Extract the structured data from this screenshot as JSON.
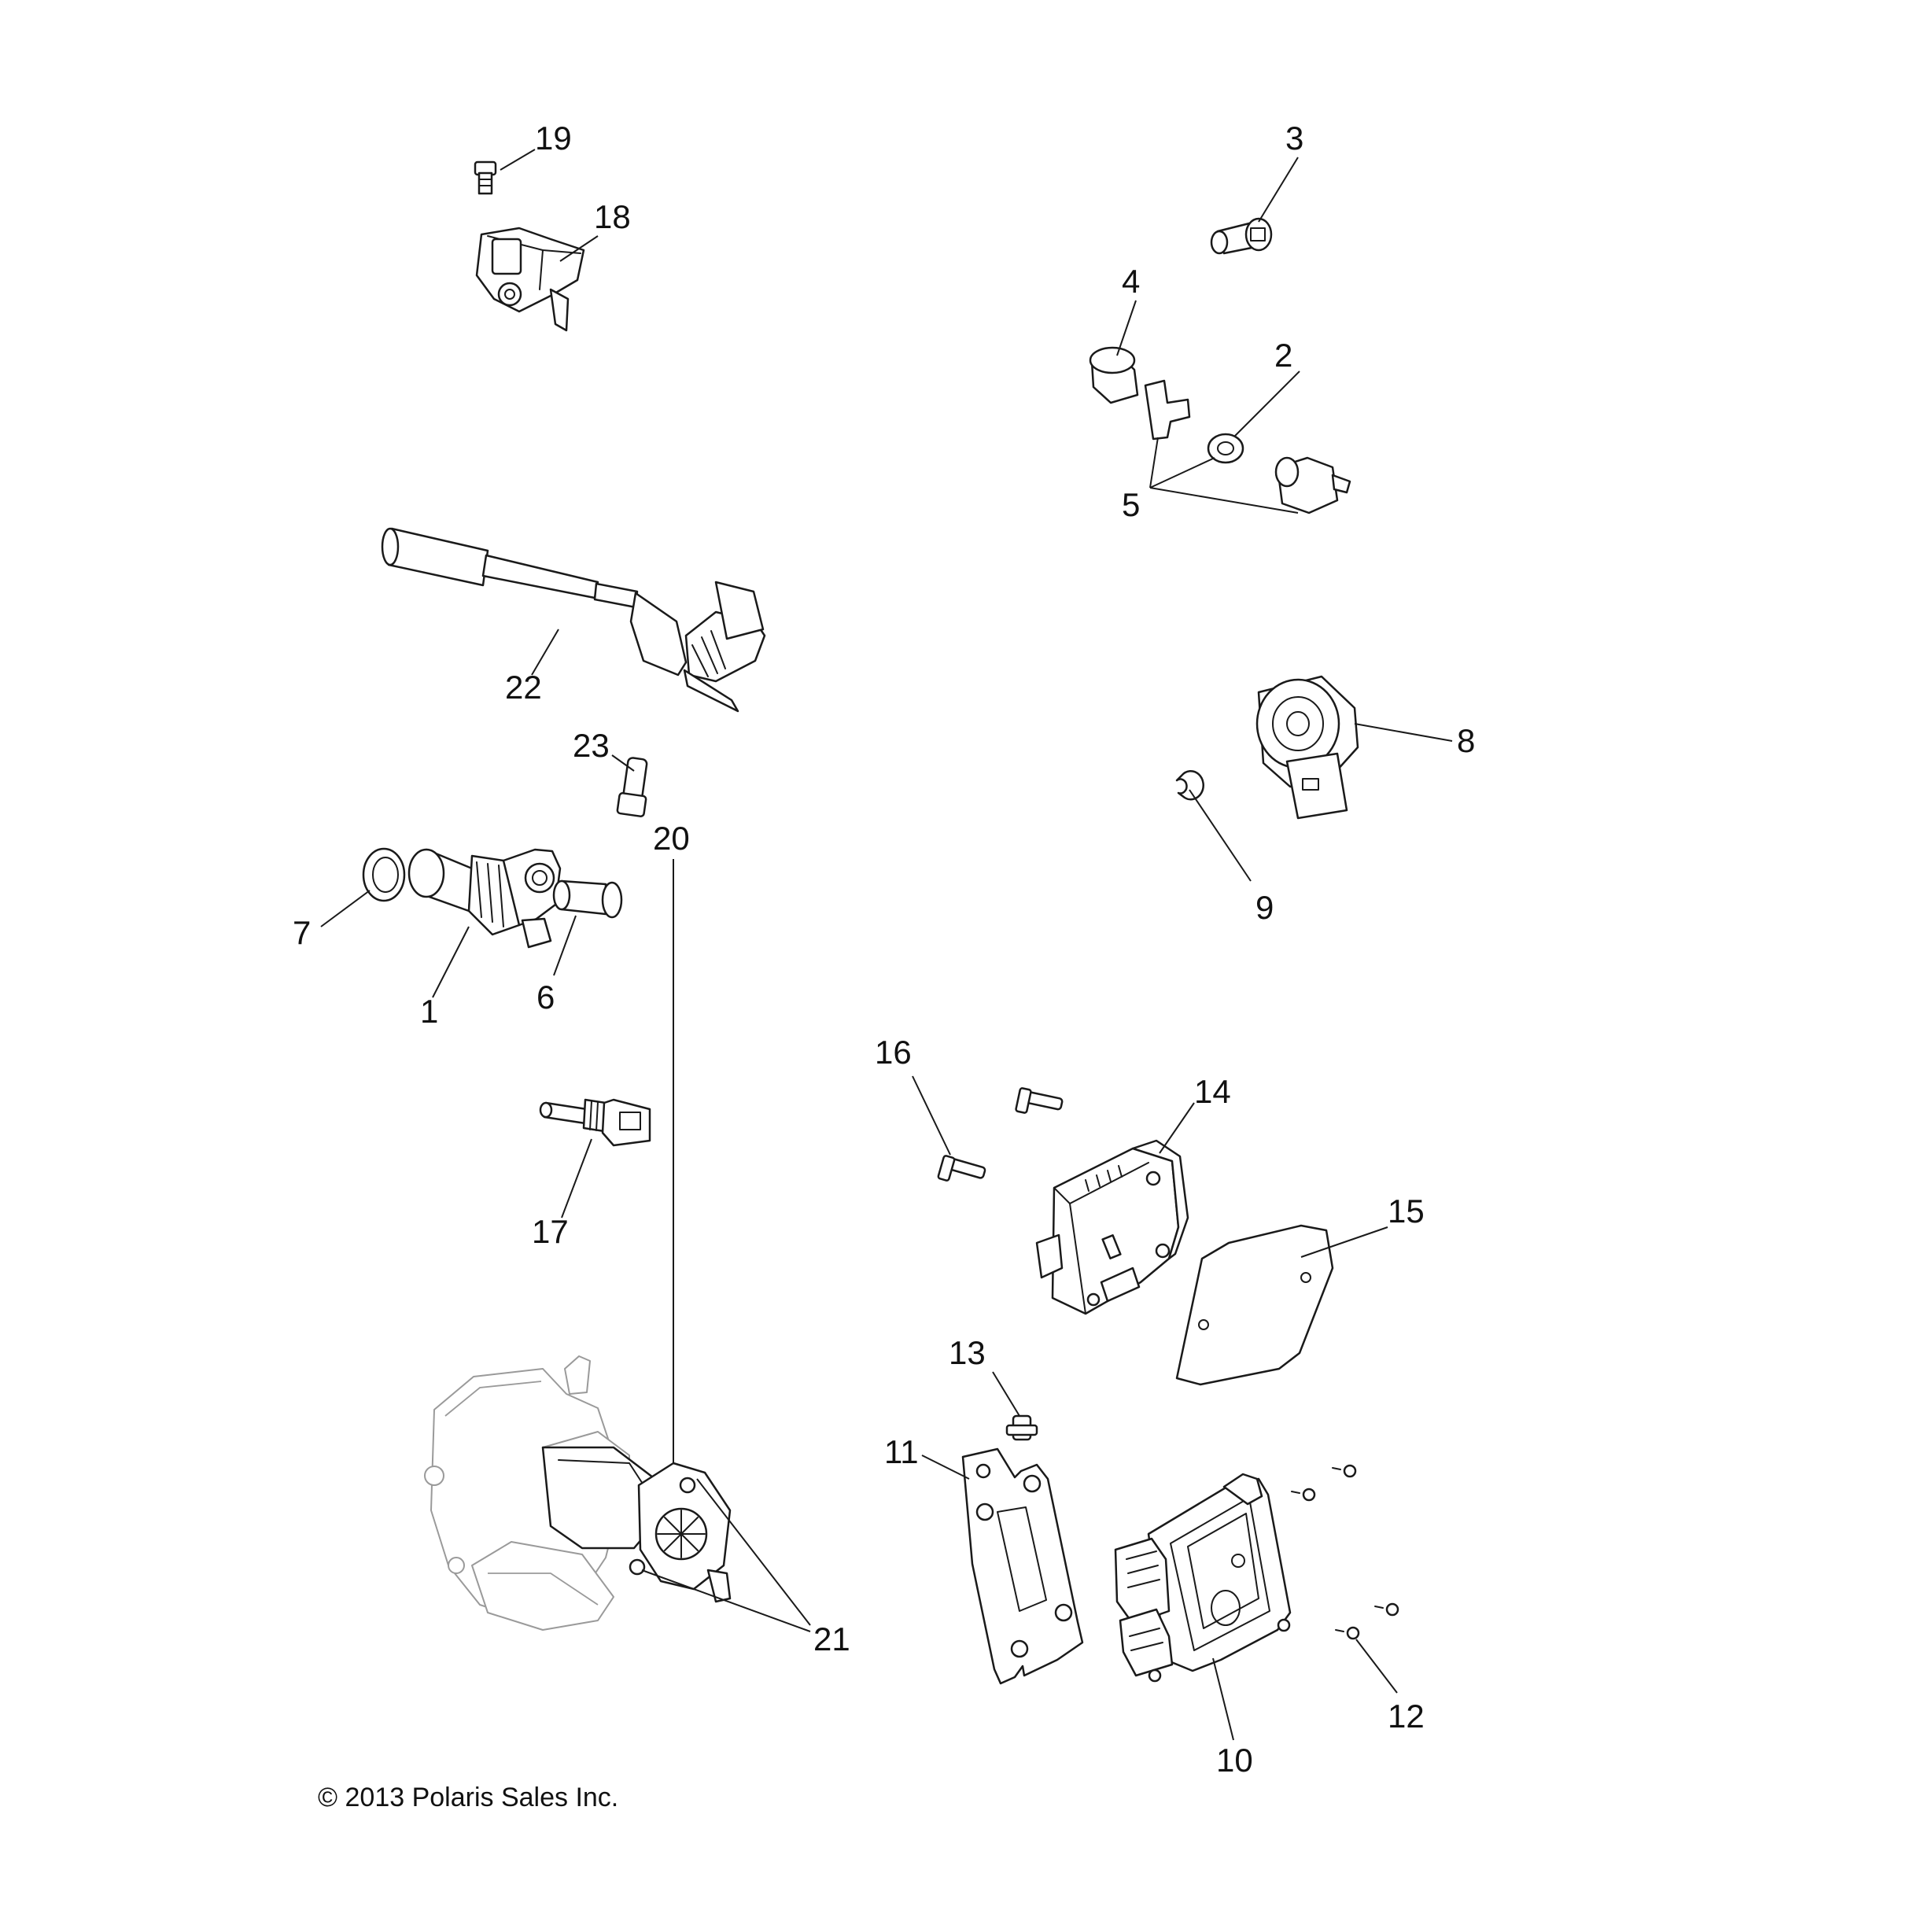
{
  "callouts": {
    "c1": "1",
    "c2": "2",
    "c3": "3",
    "c4": "4",
    "c5": "5",
    "c6": "6",
    "c7": "7",
    "c8": "8",
    "c9": "9",
    "c10": "10",
    "c11": "11",
    "c12": "12",
    "c13": "13",
    "c14": "14",
    "c15": "15",
    "c16": "16",
    "c17": "17",
    "c18": "18",
    "c19": "19",
    "c20": "20",
    "c21": "21",
    "c22": "22",
    "c23": "23"
  },
  "copyright": "© 2013 Polaris Sales Inc."
}
